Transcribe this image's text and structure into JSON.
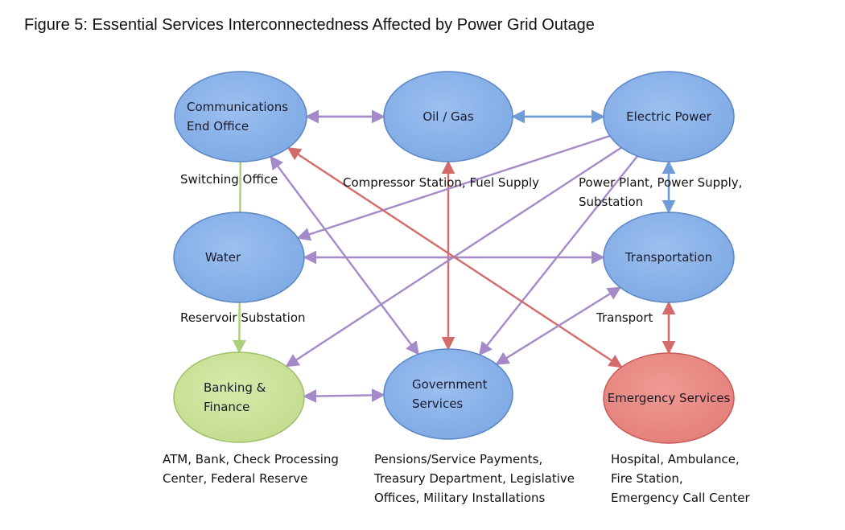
{
  "figure": {
    "title": "Figure 5: Essential Services Interconnectedness Affected by Power Grid Outage"
  },
  "colors": {
    "blue_node": "#7ea9e4",
    "green_node": "#c3dc8f",
    "red_node": "#e47f79",
    "blue_edge": "#6f9bd6",
    "purple_edge": "#a48ac8",
    "red_edge": "#d46b6b",
    "green_edge": "#a9cf78"
  },
  "nodes": [
    {
      "id": "communications",
      "lines": [
        "Communications",
        "End Office"
      ],
      "color": "blue",
      "caption": [
        "Switching Office"
      ]
    },
    {
      "id": "oil-gas",
      "lines": [
        "Oil / Gas"
      ],
      "color": "blue",
      "caption": [
        "Compressor Station, Fuel Supply"
      ]
    },
    {
      "id": "electric-power",
      "lines": [
        "Electric Power"
      ],
      "color": "blue",
      "caption": [
        "Power Plant, Power Supply,",
        "Substation"
      ]
    },
    {
      "id": "water",
      "lines": [
        "Water"
      ],
      "color": "blue",
      "caption": [
        "Reservoir Substation"
      ]
    },
    {
      "id": "transportation",
      "lines": [
        "Transportation"
      ],
      "color": "blue",
      "caption": [
        "Transport"
      ]
    },
    {
      "id": "banking",
      "lines": [
        "Banking &",
        "Finance"
      ],
      "color": "green",
      "caption": [
        "ATM, Bank, Check Processing",
        "Center, Federal Reserve"
      ]
    },
    {
      "id": "government",
      "lines": [
        "Government",
        "Services"
      ],
      "color": "blue",
      "caption": [
        "Pensions/Service Payments,",
        "Treasury Department, Legislative",
        "Offices, Military Installations"
      ]
    },
    {
      "id": "emergency",
      "lines": [
        "Emergency Services"
      ],
      "color": "red",
      "caption": [
        "Hospital, Ambulance,",
        "Fire Station,",
        "Emergency Call Center"
      ]
    }
  ],
  "edges": [
    {
      "from": "communications",
      "to": "electric-power",
      "color": "blue",
      "both": true
    },
    {
      "from": "communications",
      "to": "oil-gas",
      "color": "purple",
      "both": true
    },
    {
      "from": "oil-gas",
      "to": "electric-power",
      "color": "blue",
      "both": true
    },
    {
      "from": "oil-gas",
      "to": "government",
      "color": "red",
      "both": true
    },
    {
      "from": "electric-power",
      "to": "transportation",
      "color": "blue",
      "both": false
    },
    {
      "from": "emergency",
      "to": "electric-power",
      "color": "blue",
      "both": false
    },
    {
      "from": "electric-power",
      "to": "water",
      "color": "purple",
      "both": false
    },
    {
      "from": "electric-power",
      "to": "banking",
      "color": "purple",
      "both": false
    },
    {
      "from": "electric-power",
      "to": "government",
      "color": "purple",
      "both": false
    },
    {
      "from": "water",
      "to": "transportation",
      "color": "purple",
      "both": true
    },
    {
      "from": "communications",
      "to": "banking",
      "color": "green",
      "both": false
    },
    {
      "from": "communications",
      "to": "government",
      "color": "purple",
      "both": true
    },
    {
      "from": "communications",
      "to": "emergency",
      "color": "red",
      "both": true
    },
    {
      "from": "transportation",
      "to": "government",
      "color": "purple",
      "both": true
    },
    {
      "from": "transportation",
      "to": "emergency",
      "color": "red",
      "both": true
    },
    {
      "from": "banking",
      "to": "government",
      "color": "purple",
      "both": true
    }
  ]
}
